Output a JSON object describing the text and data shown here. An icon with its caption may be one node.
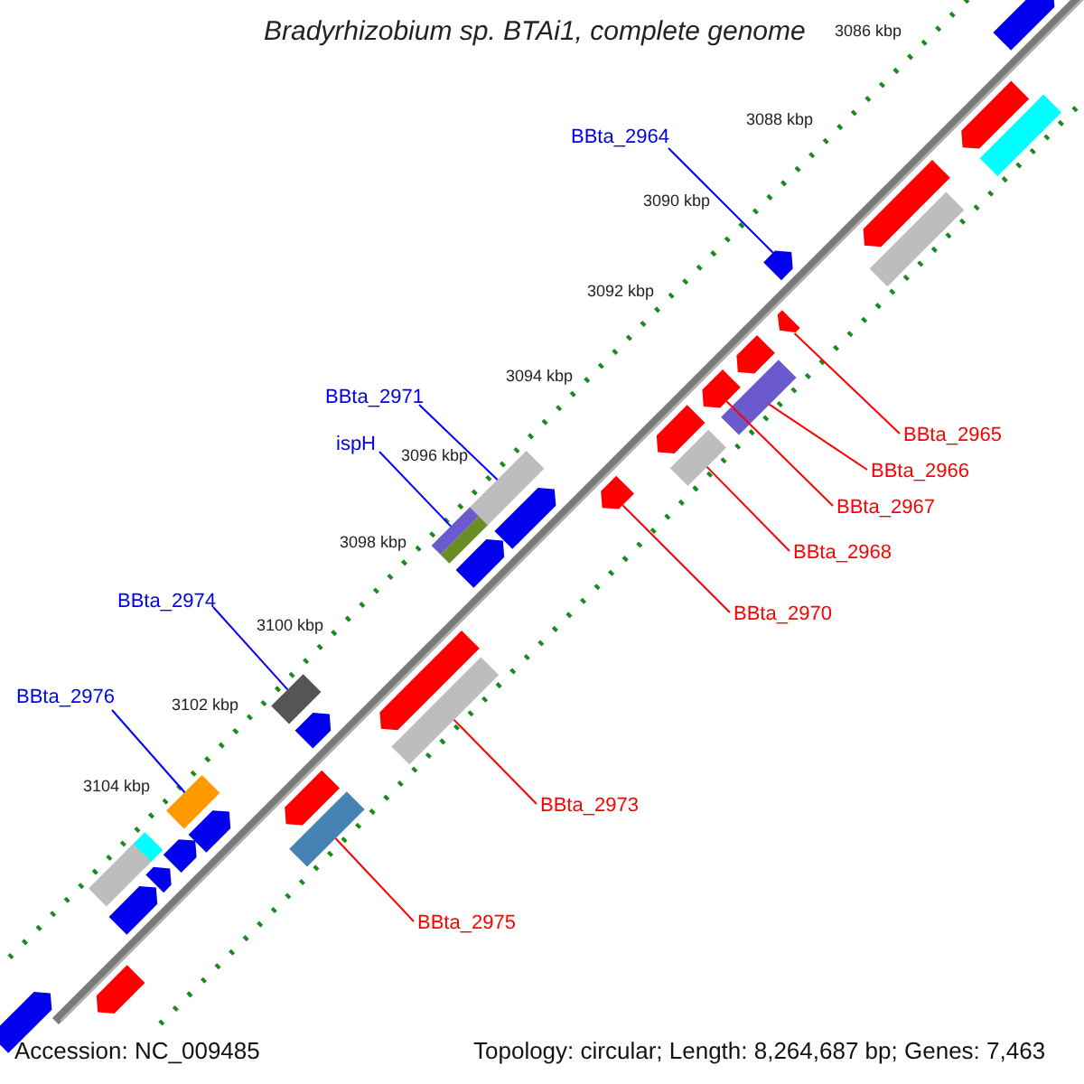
{
  "diagram": {
    "title": "Bradyrhizobium sp. BTAi1, complete genome",
    "nodes": [
      {
        "text": [
          "BBta_2964"
        ]
      },
      {
        "text": [],
        "shape": "arrow"
      },
      {
        "text": [
          "BBta_2971"
        ]
      },
      {
        "text": [],
        "shape": "bar"
      },
      {
        "text": [
          "ispH"
        ]
      },
      {
        "text": [],
        "shape": "bar"
      },
      {
        "text": [
          "BBta_2974"
        ]
      },
      {
        "text": [],
        "shape": "bar"
      },
      {
        "text": [
          "BBta_2976"
        ]
      },
      {
        "text": [],
        "shape": "bar"
      },
      {
        "text": [
          "BBta_2965"
        ]
      },
      {
        "text": [],
        "shape": "arrow"
      },
      {
        "text": [
          "BBta_2966"
        ]
      },
      {
        "text": [],
        "shape": "bar"
      },
      {
        "text": [
          "BBta_2967"
        ]
      },
      {
        "text": [],
        "shape": "arrow"
      },
      {
        "text": [
          "BBta_2968"
        ]
      },
      {
        "text": [],
        "shape": "bar"
      },
      {
        "text": [
          "BBta_2970"
        ]
      },
      {
        "text": [],
        "shape": "arrow"
      },
      {
        "text": [
          "BBta_2973"
        ]
      },
      {
        "text": [],
        "shape": "bar"
      },
      {
        "text": [
          "BBta_2975"
        ]
      },
      {
        "text": [],
        "shape": "bar"
      },
      {
        "text": [],
        "shape": "arrow"
      },
      {
        "text": [],
        "shape": "arrow"
      },
      {
        "text": [],
        "shape": "bar"
      },
      {
        "text": [],
        "shape": "arrow"
      },
      {
        "text": [],
        "shape": "bar"
      },
      {
        "text": [],
        "shape": "arrow"
      },
      {
        "text": [],
        "shape": "arrow"
      },
      {
        "text": [],
        "shape": "arrow"
      },
      {
        "text": [],
        "shape": "arrow"
      },
      {
        "text": [],
        "shape": "arrow"
      },
      {
        "text": [],
        "shape": "arrow"
      },
      {
        "text": [],
        "shape": "arrow"
      },
      {
        "text": [],
        "shape": "arrow"
      },
      {
        "text": [],
        "shape": "bar"
      },
      {
        "text": [],
        "shape": "arrow"
      },
      {
        "text": [],
        "shape": "arrow"
      },
      {
        "text": [],
        "shape": "bar"
      },
      {
        "text": [],
        "shape": "arrow"
      },
      {
        "text": [],
        "shape": "arrow"
      },
      {
        "text": [],
        "shape": "arrow"
      }
    ],
    "edges": [
      {
        "from": 0,
        "to": 1,
        "arrow": "none",
        "color": "#0000ff"
      },
      {
        "from": 2,
        "to": 3,
        "arrow": "none",
        "color": "#0000ff"
      },
      {
        "from": 4,
        "to": 5,
        "arrow": "none",
        "color": "#0000ff"
      },
      {
        "from": 6,
        "to": 7,
        "arrow": "none",
        "color": "#0000ff"
      },
      {
        "from": 8,
        "to": 9,
        "arrow": "none",
        "color": "#0000ff"
      },
      {
        "from": 10,
        "to": 11,
        "arrow": "none"
      },
      {
        "from": 12,
        "to": 13,
        "arrow": "none"
      },
      {
        "from": 14,
        "to": 15,
        "arrow": "none"
      },
      {
        "from": 16,
        "to": 17,
        "arrow": "none"
      },
      {
        "from": 18,
        "to": 19,
        "arrow": "none"
      },
      {
        "from": 20,
        "to": 21,
        "arrow": "none"
      },
      {
        "from": 22,
        "to": 23,
        "arrow": "none"
      }
    ],
    "labels": [
      "3086 kbp",
      "3088 kbp",
      "3090 kbp",
      "3092 kbp",
      "3094 kbp",
      "3096 kbp",
      "3098 kbp",
      "3100 kbp",
      "3102 kbp",
      "3104 kbp",
      "Accession: NC_009485",
      "Topology: circular; Length: 8,264,687 bp; Genes: 7,463"
    ]
  }
}
